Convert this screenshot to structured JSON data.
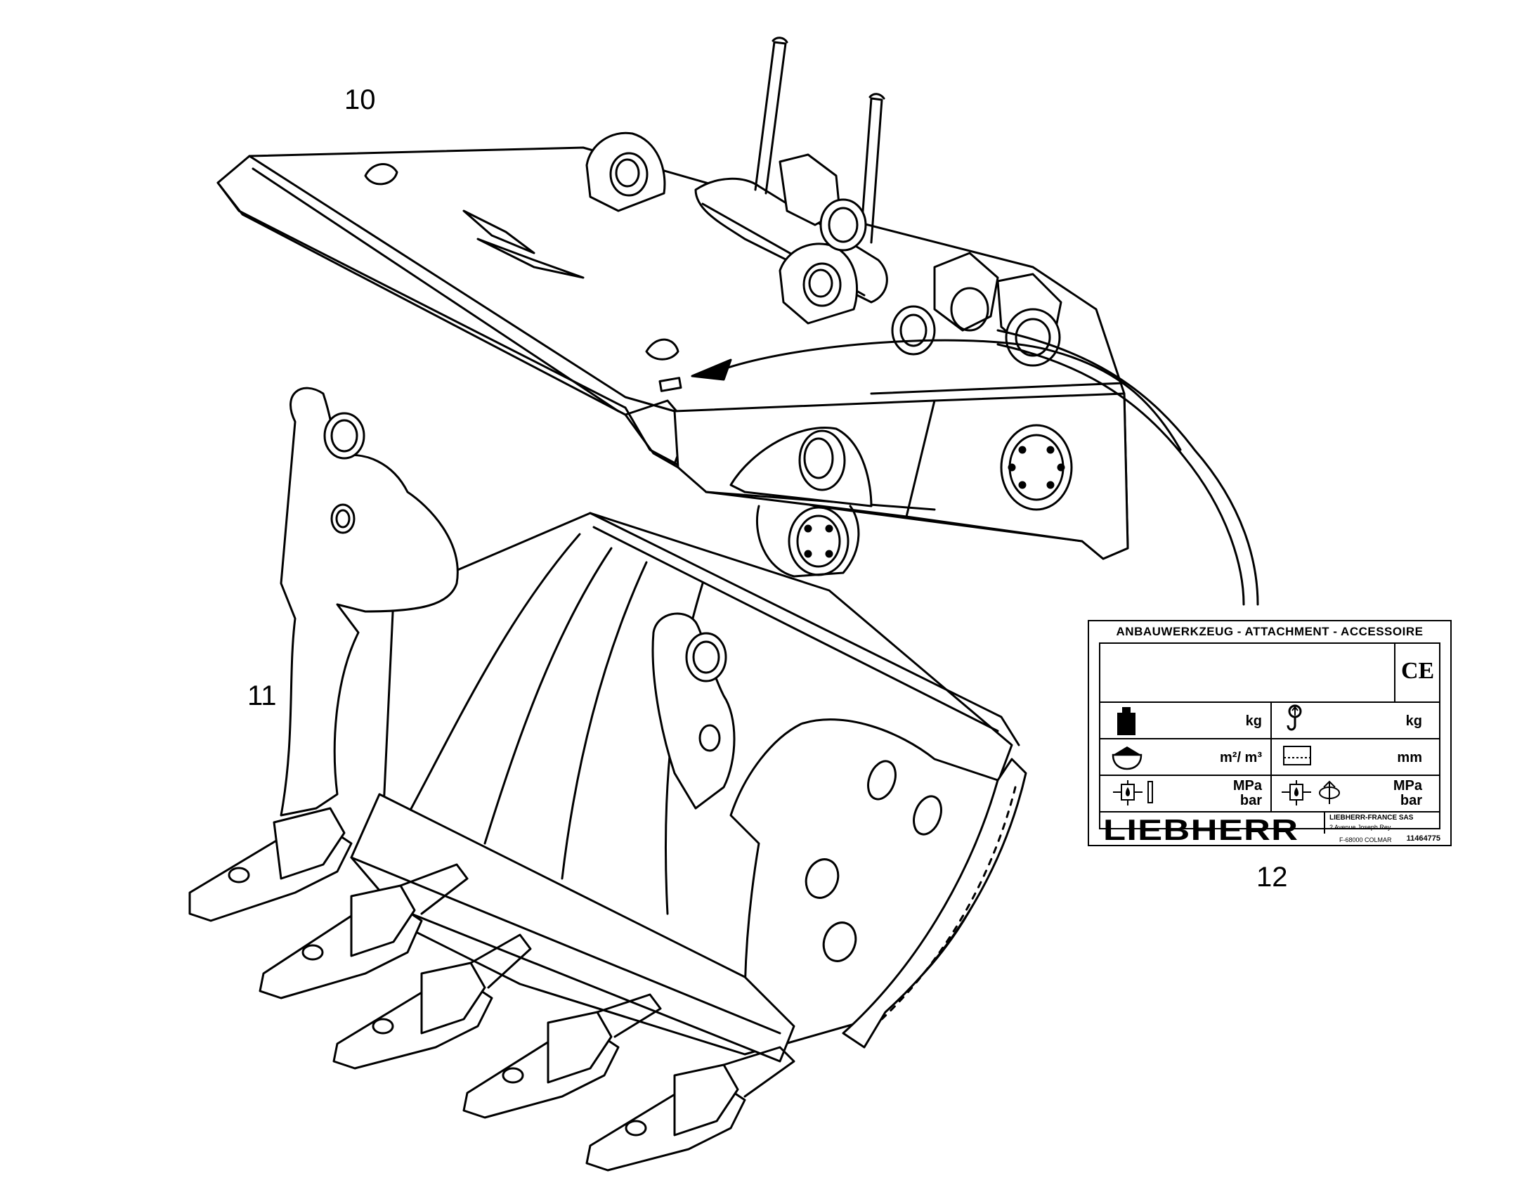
{
  "callouts": {
    "item_10": "10",
    "item_11": "11",
    "item_12": "12"
  },
  "plate": {
    "header": "ANBAUWERKZEUG  -  ATTACHMENT  -  ACCESSOIRE",
    "ce_mark": "CE",
    "units": {
      "weight": "kg",
      "lift_capacity": "kg",
      "area": "m²/ m³",
      "width": "mm",
      "pressure_unit_1": "MPa",
      "pressure_unit_2": "bar",
      "pressure2_unit_1": "MPa",
      "pressure2_unit_2": "bar"
    },
    "brand": "LIEBHERR",
    "company": "LIEBHERR-FRANCE SAS",
    "address_line_1": "2 Avenue Joseph Rey",
    "address_line_2": "F-68000 COLMAR",
    "part_number": "11464775"
  }
}
